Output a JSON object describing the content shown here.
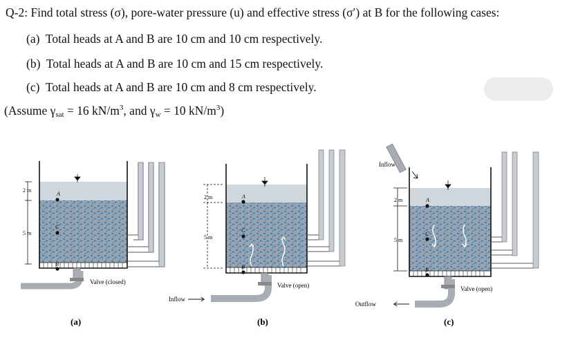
{
  "question": {
    "label": "Q-2:",
    "text": "Find total stress (σ), pore-water pressure (u) and effective stress (σ′) at B for the following cases:"
  },
  "cases": [
    {
      "label": "(a)",
      "text": "Total heads at A and B are 10 cm and 10 cm respectively."
    },
    {
      "label": "(b)",
      "text": "Total heads at A and B are 10 cm and 15 cm respectively."
    },
    {
      "label": "(c)",
      "text": "Total heads at A and B are 10 cm and 8 cm respectively."
    }
  ],
  "assumption": {
    "open": "(Assume γ",
    "sat_sub": "sat",
    "mid": " = 16 kN/m",
    "cube1": "3",
    "and_text": ", and γ",
    "w_sub": "w",
    "end": " = 10 kN/m",
    "cube2": "3",
    "close": ")"
  },
  "figures": {
    "a": {
      "caption": "(a)",
      "dim_top": "2 m",
      "dim_soil": "5 m",
      "valve": "Valve (closed)",
      "point_a": "A",
      "point_c": "C",
      "point_b": "B"
    },
    "b": {
      "caption": "(b)",
      "dim_top": "2 m",
      "dim_soil": "5 m",
      "valve": "Valve (open)",
      "flow": "Inflow",
      "point_a": "A",
      "point_c": "C",
      "point_b": "B"
    },
    "c": {
      "caption": "(c)",
      "dim_top": "2 m",
      "dim_soil": "5 m",
      "valve": "Valve (open)",
      "inflow": "Inflow",
      "outflow": "Outflow",
      "point_a": "A",
      "point_c": "C",
      "point_b": "B"
    }
  },
  "colors": {
    "water": "#cfd6dc",
    "soil_bg": "#9aa3ad",
    "soil_dots": "#1f7fc0",
    "pipe": "#a8adb3"
  }
}
